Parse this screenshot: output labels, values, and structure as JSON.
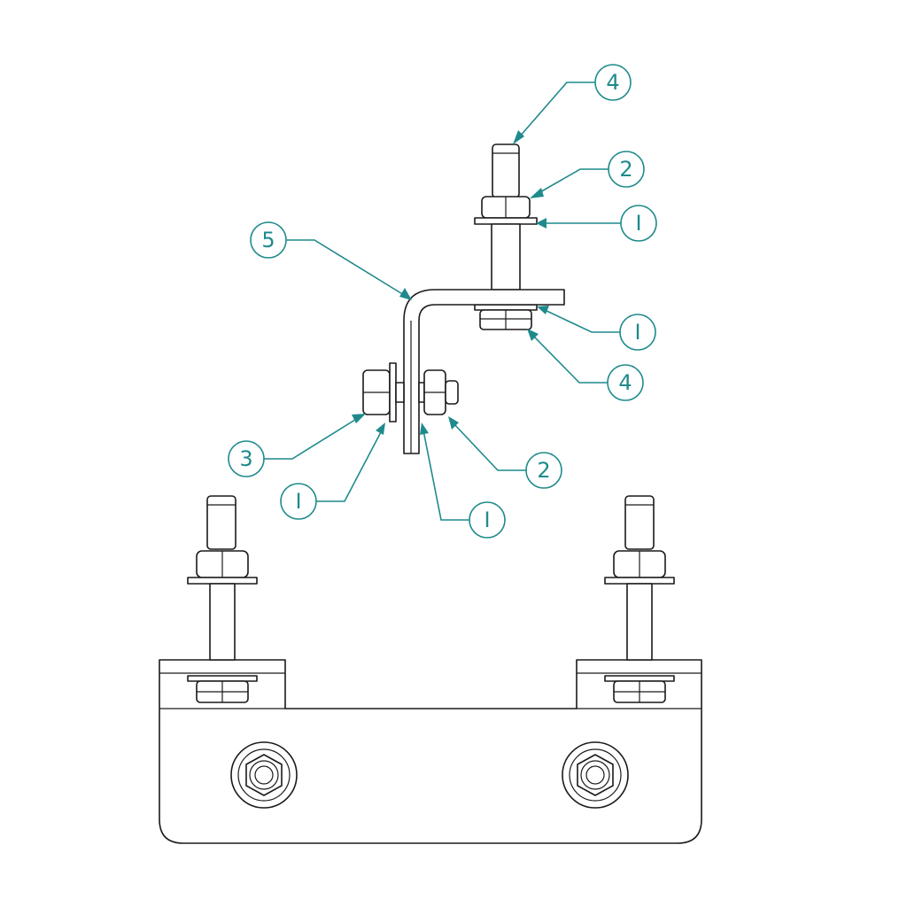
{
  "colors": {
    "callout": "#1f8a8c",
    "line": "#1a1a1a",
    "background": "#ffffff"
  },
  "balloons": [
    {
      "label": "4"
    },
    {
      "label": "2"
    },
    {
      "label": "I"
    },
    {
      "label": "5"
    },
    {
      "label": "I"
    },
    {
      "label": "4"
    },
    {
      "label": "3"
    },
    {
      "label": "2"
    },
    {
      "label": "I"
    },
    {
      "label": "I"
    }
  ]
}
